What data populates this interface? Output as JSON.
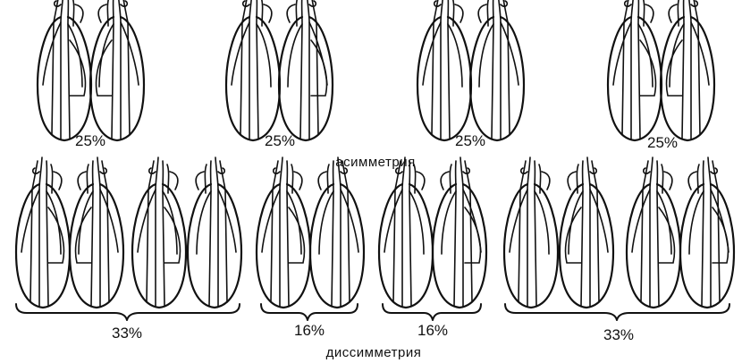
{
  "top_row": {
    "percent_labels": [
      "25%",
      "25%",
      "25%",
      "25%"
    ],
    "caption": "асимметрия"
  },
  "bottom_row": {
    "percent_labels": [
      "33%",
      "16%",
      "16%",
      "33%"
    ],
    "caption": "диссимметрия"
  }
}
